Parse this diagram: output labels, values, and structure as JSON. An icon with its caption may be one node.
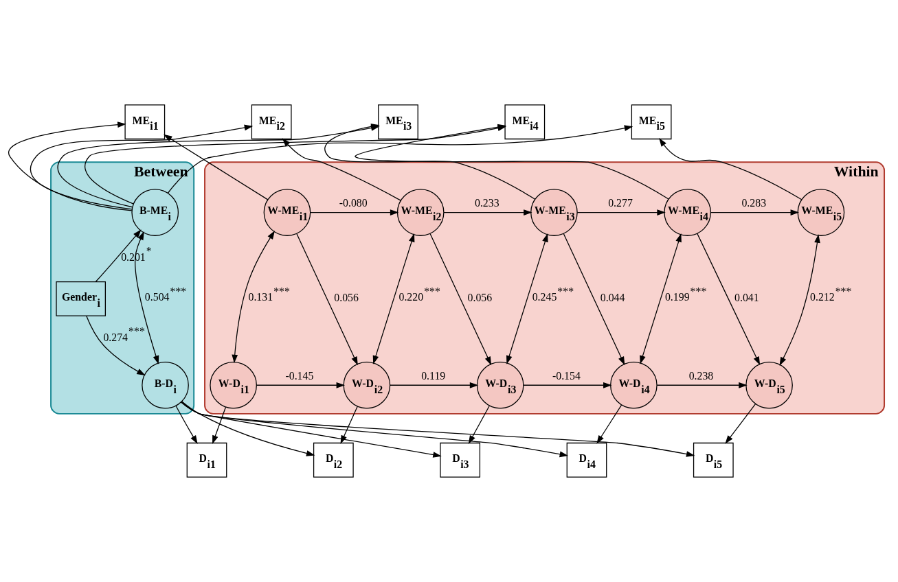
{
  "diagram": {
    "nodes": [
      {
        "text": [
          "Between"
        ]
      },
      {
        "text": [
          "B-ME$_{i}$"
        ],
        "in": 0
      },
      {
        "text": [
          "Gender$_{i}$"
        ],
        "in": 0
      },
      {
        "text": [
          "B-D$_{i}$"
        ],
        "in": 0
      },
      {
        "text": [
          "Within"
        ]
      },
      {
        "text": [
          "W-ME$_{i1}$"
        ],
        "in": 4
      },
      {
        "text": [
          "W-ME$_{i2}$"
        ],
        "in": 4
      },
      {
        "text": [
          "W-ME$_{i3}$"
        ],
        "in": 4
      },
      {
        "text": [
          "W-ME$_{i4}$"
        ],
        "in": 4
      },
      {
        "text": [
          "W-ME$_{i5}$"
        ],
        "in": 4
      },
      {
        "text": [
          "W-D$_{i1}$"
        ],
        "in": 4
      },
      {
        "text": [
          "W-D$_{i2}$"
        ],
        "in": 4
      },
      {
        "text": [
          "W-D$_{i3}$"
        ],
        "in": 4
      },
      {
        "text": [
          "W-D$_{i4}$"
        ],
        "in": 4
      },
      {
        "text": [
          "W-D$_{i5}$"
        ],
        "in": 4
      },
      {
        "text": [
          "ME$_{i1}$"
        ]
      },
      {
        "text": [
          "ME$_{i2}$"
        ]
      },
      {
        "text": [
          "ME$_{i3}$"
        ]
      },
      {
        "text": [
          "ME$_{i4}$"
        ]
      },
      {
        "text": [
          "ME$_{i5}$"
        ]
      },
      {
        "text": [
          "D$_{i1}$"
        ]
      },
      {
        "text": [
          "D$_{i2}$"
        ]
      },
      {
        "text": [
          "D$_{i3}$"
        ]
      },
      {
        "text": [
          "D$_{i4}$"
        ]
      },
      {
        "text": [
          "D$_{i5}$"
        ]
      }
    ],
    "edges": [
      {
        "from": 1,
        "to": 15,
        "arrow": "to"
      },
      {
        "from": 1,
        "to": 16,
        "arrow": "to"
      },
      {
        "from": 1,
        "to": 17,
        "arrow": "to"
      },
      {
        "from": 1,
        "to": 18,
        "arrow": "to"
      },
      {
        "from": 1,
        "to": 19,
        "arrow": "to"
      },
      {
        "from": 2,
        "to": 1,
        "arrow": "to",
        "label": "0.201$^{*}$"
      },
      {
        "from": 2,
        "to": 3,
        "arrow": "to",
        "label": "0.274$^{***}$"
      },
      {
        "from": 1,
        "to": 3,
        "arrow": "both",
        "label": "0.504$^{***}$"
      },
      {
        "from": 3,
        "to": 20,
        "arrow": "to"
      },
      {
        "from": 3,
        "to": 21,
        "arrow": "to"
      },
      {
        "from": 3,
        "to": 22,
        "arrow": "to"
      },
      {
        "from": 3,
        "to": 23,
        "arrow": "to"
      },
      {
        "from": 3,
        "to": 24,
        "arrow": "to"
      },
      {
        "from": 5,
        "to": 15,
        "arrow": "to"
      },
      {
        "from": 6,
        "to": 16,
        "arrow": "to"
      },
      {
        "from": 7,
        "to": 17,
        "arrow": "to"
      },
      {
        "from": 8,
        "to": 18,
        "arrow": "to"
      },
      {
        "from": 9,
        "to": 19,
        "arrow": "to"
      },
      {
        "from": 5,
        "to": 6,
        "arrow": "to",
        "label": "-0.080"
      },
      {
        "from": 6,
        "to": 7,
        "arrow": "to",
        "label": "0.233"
      },
      {
        "from": 7,
        "to": 8,
        "arrow": "to",
        "label": "0.277"
      },
      {
        "from": 8,
        "to": 9,
        "arrow": "to",
        "label": "0.283"
      },
      {
        "from": 5,
        "to": 11,
        "arrow": "to",
        "label": "0.056"
      },
      {
        "from": 6,
        "to": 12,
        "arrow": "to",
        "label": "0.056"
      },
      {
        "from": 7,
        "to": 13,
        "arrow": "to",
        "label": "0.044"
      },
      {
        "from": 8,
        "to": 14,
        "arrow": "to",
        "label": "0.041"
      },
      {
        "from": 5,
        "to": 10,
        "arrow": "both",
        "label": "0.131$^{***}$"
      },
      {
        "from": 6,
        "to": 11,
        "arrow": "both",
        "label": "0.220$^{***}$"
      },
      {
        "from": 7,
        "to": 12,
        "arrow": "both",
        "label": "0.245$^{***}$"
      },
      {
        "from": 8,
        "to": 13,
        "arrow": "both",
        "label": "0.199$^{***}$"
      },
      {
        "from": 9,
        "to": 14,
        "arrow": "both",
        "label": "0.212$^{***}$"
      },
      {
        "from": 10,
        "to": 11,
        "arrow": "to",
        "label": "-0.145"
      },
      {
        "from": 11,
        "to": 12,
        "arrow": "to",
        "label": "0.119"
      },
      {
        "from": 12,
        "to": 13,
        "arrow": "to",
        "label": "-0.154"
      },
      {
        "from": 13,
        "to": 14,
        "arrow": "to",
        "label": "0.238"
      },
      {
        "from": 10,
        "to": 20,
        "arrow": "to"
      },
      {
        "from": 11,
        "to": 21,
        "arrow": "to"
      },
      {
        "from": 12,
        "to": 22,
        "arrow": "to"
      },
      {
        "from": 13,
        "to": 23,
        "arrow": "to"
      },
      {
        "from": 14,
        "to": 24,
        "arrow": "to"
      }
    ]
  }
}
